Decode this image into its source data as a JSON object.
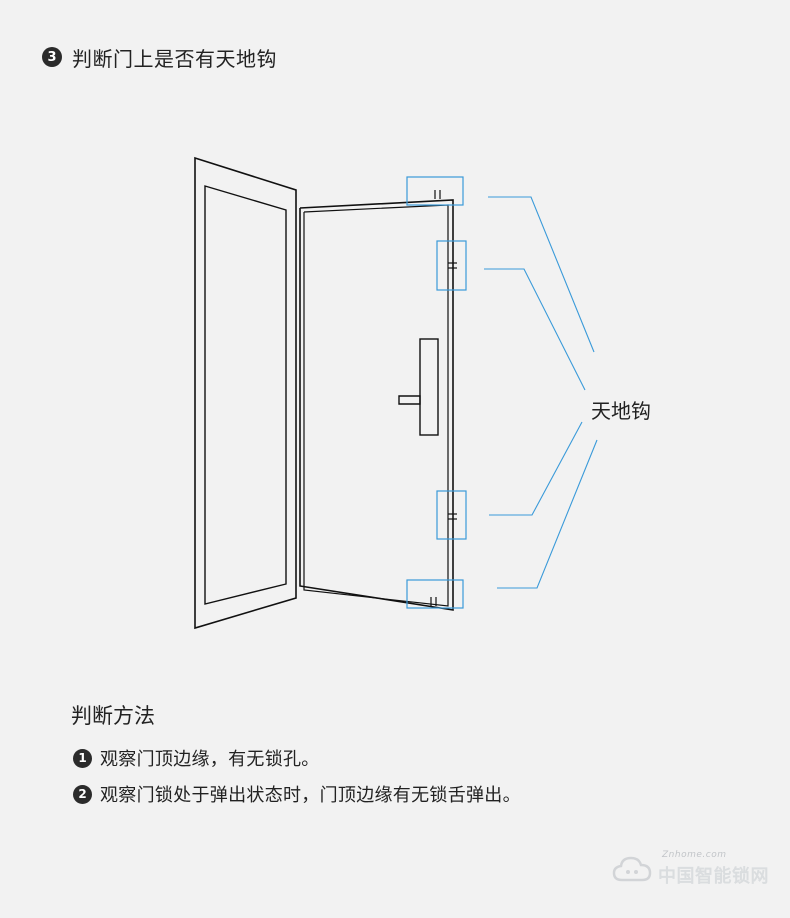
{
  "header": {
    "step_number": "3",
    "title": "判断门上是否有天地钩"
  },
  "diagram": {
    "callout_label": "天地钩",
    "line_color": "#111111",
    "highlight_color": "#3a9ad9"
  },
  "method": {
    "title": "判断方法",
    "items": [
      {
        "number": "1",
        "text": "观察门顶边缘，有无锁孔。"
      },
      {
        "number": "2",
        "text": "观察门锁处于弹出状态时，门顶边缘有无锁舌弹出。"
      }
    ]
  },
  "watermark": {
    "small_text": "Znhome.com",
    "main_text": "中国智能锁网"
  }
}
